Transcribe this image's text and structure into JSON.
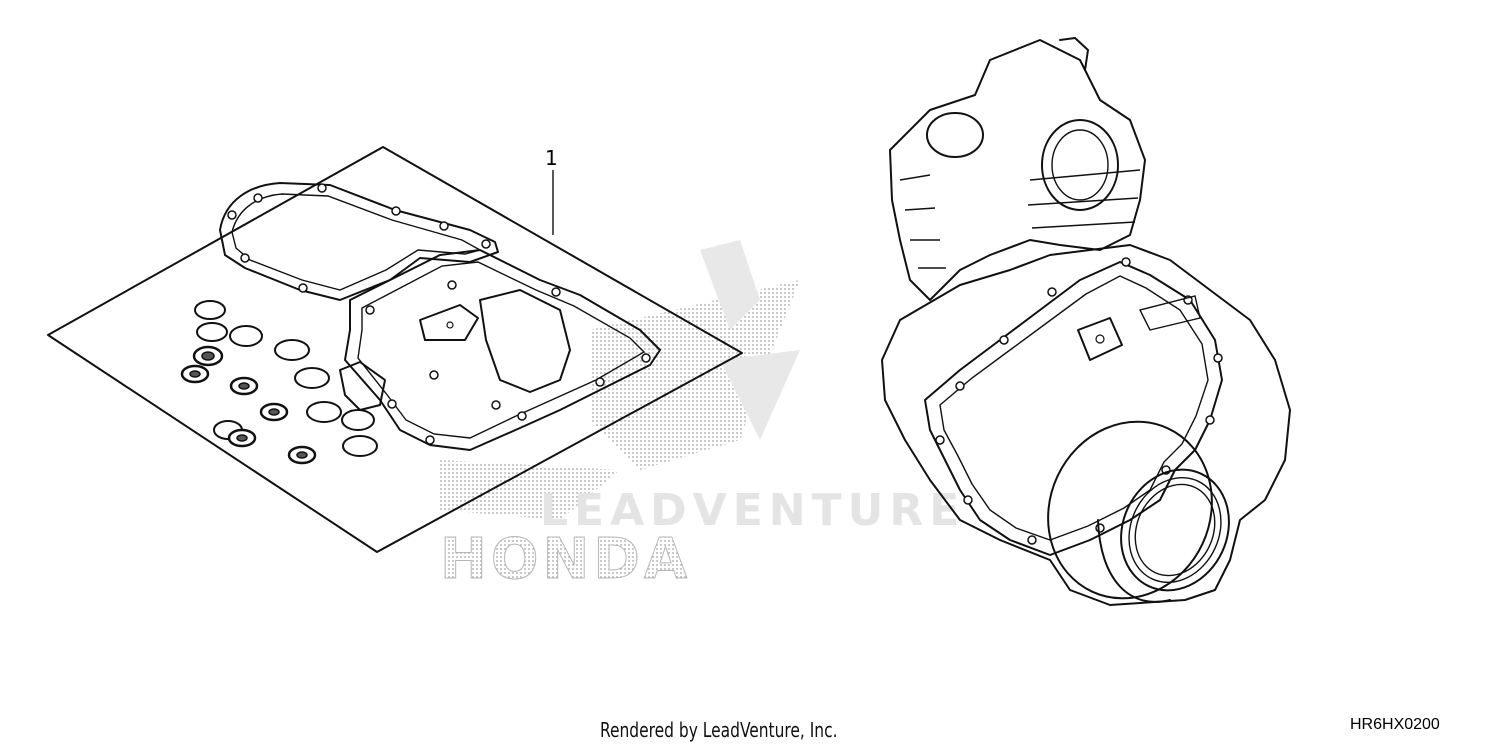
{
  "callout": {
    "part_number_label": "1"
  },
  "footer": {
    "rendered_by": "Rendered by LeadVenture, Inc."
  },
  "diagram_ref": {
    "code": "HR6HX0200"
  },
  "watermark": {
    "brand": "HONDA",
    "partner": "LEADVENTURE"
  },
  "colors": {
    "line": "#111111",
    "watermark": "#c8c8c8",
    "background": "#ffffff"
  },
  "icons": {
    "part": "gasket-kit-icon",
    "assembly": "engine-assembly-icon"
  }
}
